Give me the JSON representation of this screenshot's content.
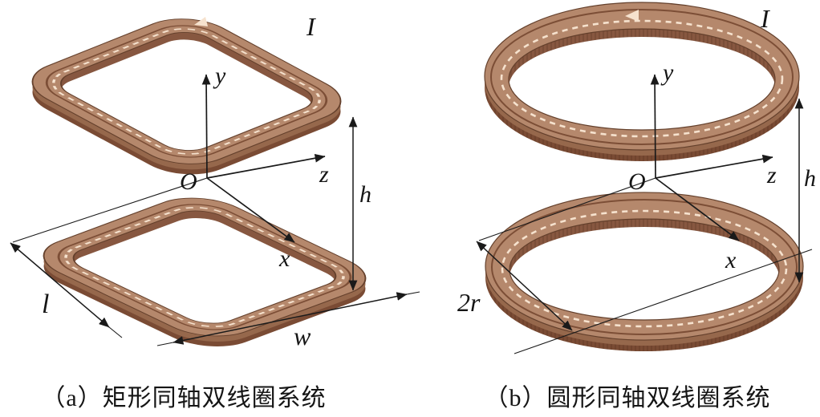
{
  "figure": {
    "panels": [
      {
        "id": "a",
        "caption": "（a）矩形同轴双线圈系统",
        "labels": {
          "current": "I",
          "axis_y": "y",
          "axis_z": "z",
          "axis_x": "x",
          "origin": "O",
          "height": "h",
          "length": "l",
          "width": "w"
        }
      },
      {
        "id": "b",
        "caption": "（b）圆形同轴双线圈系统",
        "labels": {
          "current": "I",
          "axis_y": "y",
          "axis_z": "z",
          "axis_x": "x",
          "origin": "O",
          "height": "h",
          "diameter": "2r"
        }
      }
    ],
    "colors": {
      "coil_top": "#b5886c",
      "coil_mid": "#96684c",
      "coil_dark": "#7a4b34",
      "coil_wall": "#875740",
      "coil_seam": "#7c4e36",
      "coil_outline": "#64402c",
      "current_dash": "#f6e2ce",
      "line": "#1a1a1a",
      "text": "#151515"
    }
  }
}
